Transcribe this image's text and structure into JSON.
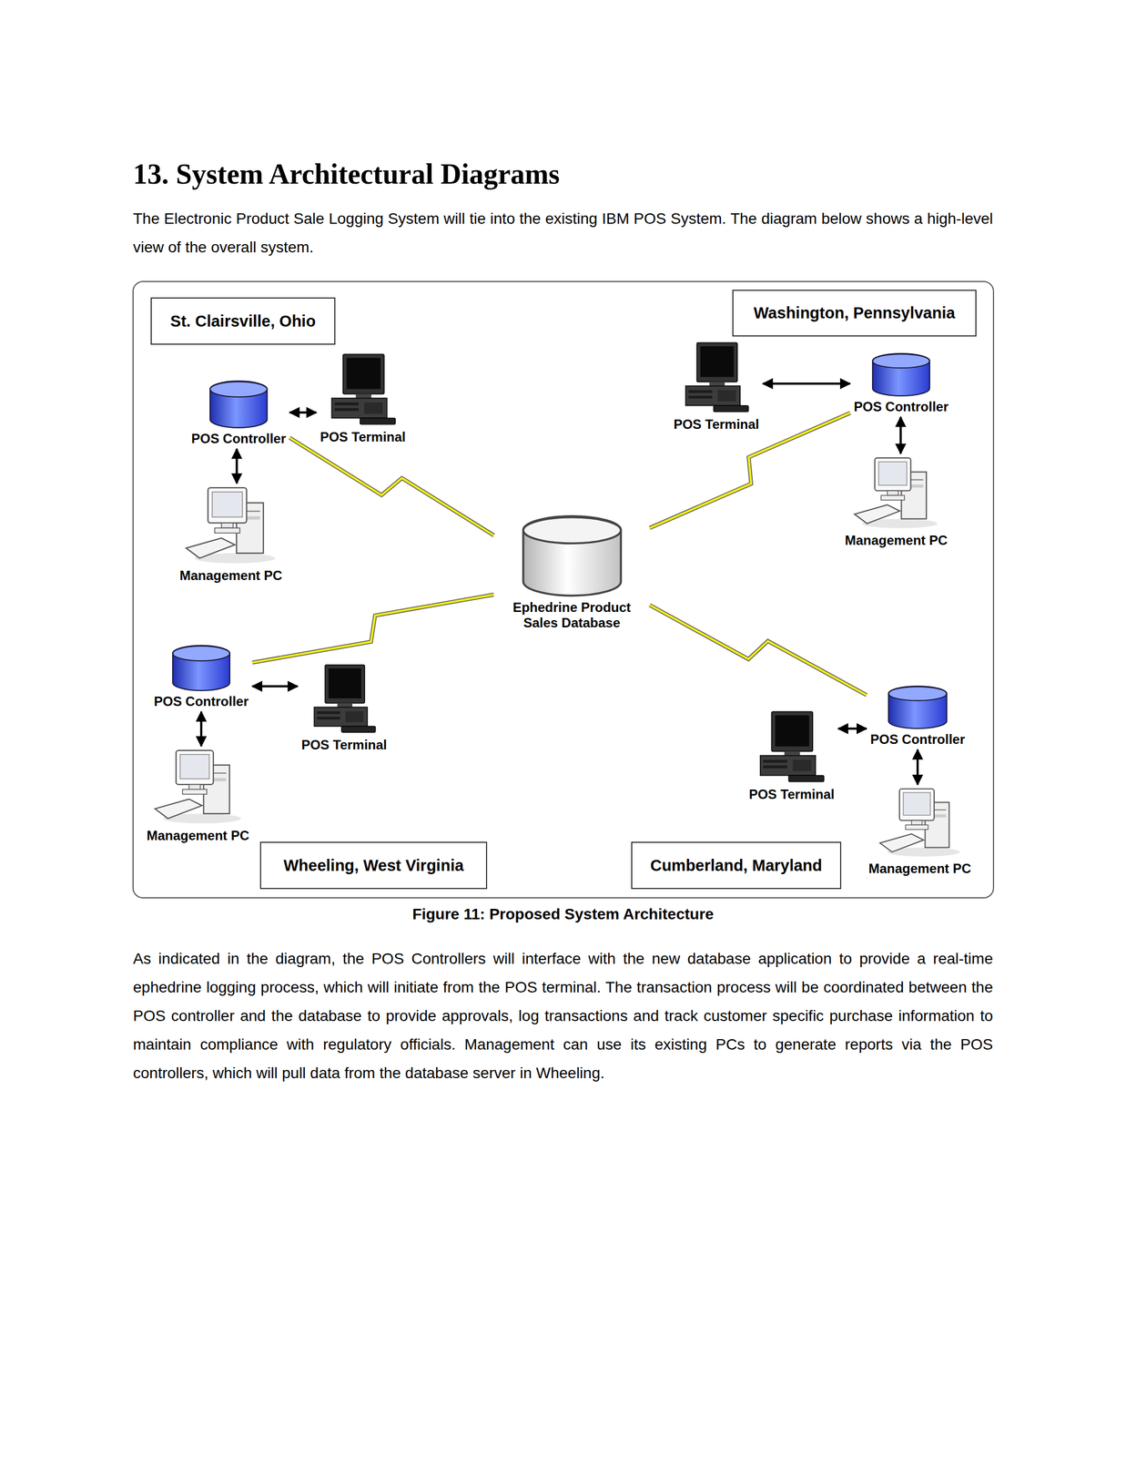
{
  "diagram": {
    "title": "13. System Architectural Diagrams",
    "caption": "Figure 11: Proposed System Architecture",
    "nodes": [
      {
        "text": [
          "St. Clairsville, Ohio"
        ]
      },
      {
        "text": [
          "POS Controller"
        ]
      },
      {
        "text": [
          "POS Terminal"
        ]
      },
      {
        "text": [
          "Management PC"
        ]
      },
      {
        "text": [
          "Washington, Pennsylvania"
        ]
      },
      {
        "text": [
          "POS Terminal"
        ]
      },
      {
        "text": [
          "POS Controller"
        ]
      },
      {
        "text": [
          "Management PC"
        ]
      },
      {
        "text": [
          "Ephedrine Product Sales Database"
        ]
      },
      {
        "text": [
          "POS Controller"
        ]
      },
      {
        "text": [
          "POS Terminal"
        ]
      },
      {
        "text": [
          "Management PC"
        ]
      },
      {
        "text": [
          "Wheeling, West Virginia"
        ]
      },
      {
        "text": [
          "POS Terminal"
        ]
      },
      {
        "text": [
          "POS Controller"
        ]
      },
      {
        "text": [
          "Management PC"
        ]
      },
      {
        "text": [
          "Cumberland, Maryland"
        ]
      }
    ],
    "edges": [
      {
        "from": 1,
        "to": 2,
        "arrow": "both"
      },
      {
        "from": 1,
        "to": 3,
        "arrow": "both"
      },
      {
        "from": 1,
        "to": 8,
        "arrow": "none"
      },
      {
        "from": 5,
        "to": 6,
        "arrow": "both"
      },
      {
        "from": 6,
        "to": 7,
        "arrow": "both"
      },
      {
        "from": 6,
        "to": 8,
        "arrow": "none"
      },
      {
        "from": 9,
        "to": 10,
        "arrow": "both"
      },
      {
        "from": 9,
        "to": 11,
        "arrow": "both"
      },
      {
        "from": 9,
        "to": 8,
        "arrow": "none"
      },
      {
        "from": 13,
        "to": 14,
        "arrow": "both"
      },
      {
        "from": 14,
        "to": 15,
        "arrow": "both"
      },
      {
        "from": 14,
        "to": 8,
        "arrow": "none"
      }
    ],
    "labels": [
      "The Electronic Product Sale Logging System will tie into the existing IBM POS System. The diagram below shows a high-level view of the overall system.",
      "As indicated in the diagram, the POS Controllers will interface with the new database application to provide a real-time ephedrine logging process, which will initiate from the POS terminal. The transaction process will be coordinated between the POS controller and the database to provide approvals, log transactions and track customer specific purchase information to maintain compliance with regulatory officials. Management can use its existing PCs to generate reports via the POS controllers, which will pull data from the database server in Wheeling."
    ]
  }
}
